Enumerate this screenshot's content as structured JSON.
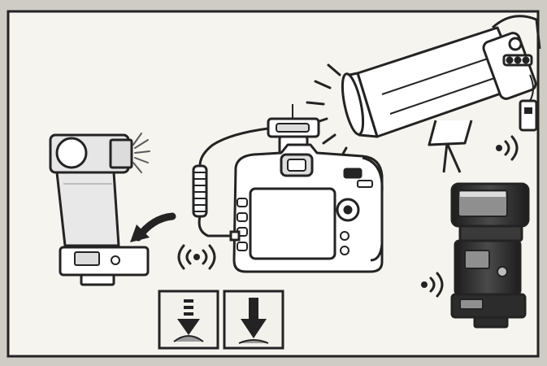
{
  "diagram": {
    "colors": {
      "background": "#cfccc6",
      "panel": "#f6f4ef",
      "line": "#232323",
      "dark": "#2c2c2c",
      "mid": "#8f8f8f",
      "light": "#dcdcdc"
    },
    "components": [
      {
        "name": "camera-with-transmitter"
      },
      {
        "name": "remote-cable-to-shutter"
      },
      {
        "name": "studio-strobe-softbox-with-receiver"
      },
      {
        "name": "speedlite-on-receiver-left"
      },
      {
        "name": "speedlite-on-receiver-right"
      },
      {
        "name": "button-half-press"
      },
      {
        "name": "button-full-press"
      }
    ],
    "icons": [
      "wireless-signal-icon",
      "curved-arrow-icon",
      "flash-burst-icon",
      "down-arrow-icon"
    ]
  }
}
